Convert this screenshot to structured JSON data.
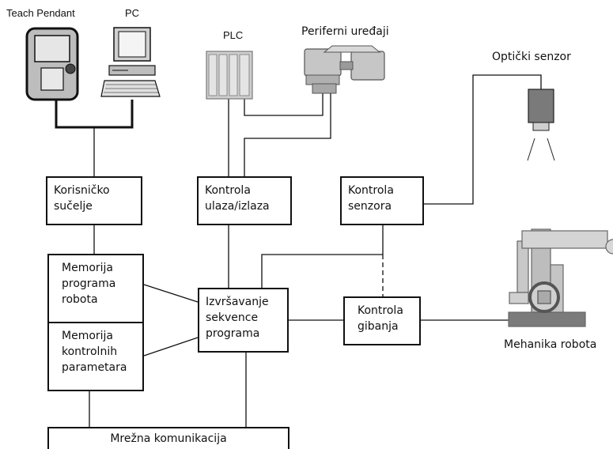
{
  "devices": {
    "teach_pendant": "Teach Pendant",
    "pc": "PC",
    "plc": "PLC",
    "peripherals": "Periferni uređaji",
    "optical_sensor": "Optički senzor",
    "robot_mechanics": "Mehanika robota"
  },
  "blocks": {
    "user_interface": "Korisničko\nsučelje",
    "io_control": "Kontrola\nulaza/izlaza",
    "sensor_control": "Kontrola\nsenzora",
    "program_memory": "Memorija\nprograma\nrobota",
    "param_memory": "Memorija\nkontrolnih\nparametara",
    "program_execution": "Izvršavanje\nsekvence\nprograma",
    "motion_control": "Kontrola\ngibanja",
    "network": "Mrežna komunikacija"
  },
  "colors": {
    "line": "#111111",
    "device_fill": "#c9c9c9",
    "device_dark": "#555555"
  }
}
